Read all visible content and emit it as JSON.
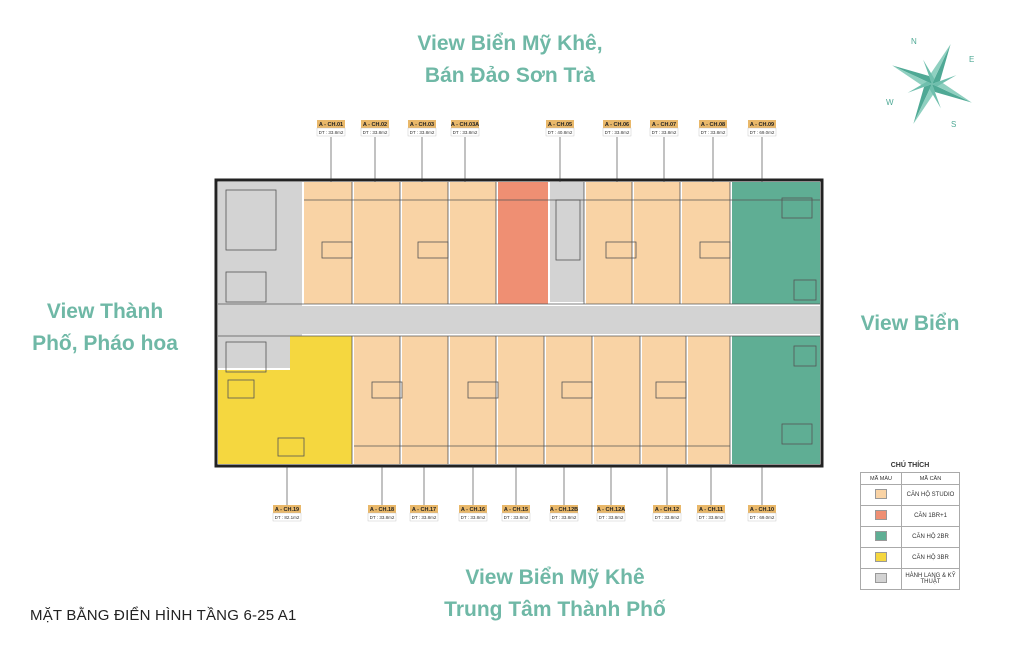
{
  "views": {
    "top_line1": "View Biển Mỹ Khê,",
    "top_line2": "Bán Đảo Sơn Trà",
    "left_line1": "View Thành",
    "left_line2": "Phố, Pháo hoa",
    "right": "View Biển",
    "bottom_line1": "View Biển Mỹ Khê",
    "bottom_line2": "Trung Tâm Thành Phố"
  },
  "plan_title": "MẶT BẰNG ĐIỂN HÌNH TẦNG 6-25 A1",
  "colors": {
    "studio": "#f9d3a5",
    "br1": "#ef8f73",
    "br2": "#5fae94",
    "br3": "#f5d73f",
    "corridor": "#d3d3d3",
    "view_text": "#6fb8a6",
    "tag_bg": "#e9b86a"
  },
  "compass": {
    "n": "N",
    "e": "E",
    "s": "S",
    "w": "W",
    "icon": "compass-rose-icon"
  },
  "top_tags": [
    {
      "code": "A - CH.01",
      "area": "DT : 33.8m2",
      "type": "studio"
    },
    {
      "code": "A - CH.02",
      "area": "DT : 33.8m2",
      "type": "studio"
    },
    {
      "code": "A - CH.03",
      "area": "DT : 33.8m2",
      "type": "studio"
    },
    {
      "code": "A - CH.03A",
      "area": "DT : 33.8m2",
      "type": "studio"
    },
    {
      "code": "A - CH.05",
      "area": "DT : 40.8m2",
      "type": "br1"
    },
    {
      "code": "A - CH.06",
      "area": "DT : 33.8m2",
      "type": "studio"
    },
    {
      "code": "A - CH.07",
      "area": "DT : 33.8m2",
      "type": "studio"
    },
    {
      "code": "A - CH.08",
      "area": "DT : 33.8m2",
      "type": "studio"
    },
    {
      "code": "A - CH.09",
      "area": "DT : 69.0m2",
      "type": "br2"
    }
  ],
  "bottom_tags": [
    {
      "code": "A - CH.19",
      "area": "DT : 82.1m2",
      "type": "br3"
    },
    {
      "code": "A - CH.18",
      "area": "DT : 33.8m2",
      "type": "studio"
    },
    {
      "code": "A - CH.17",
      "area": "DT : 33.8m2",
      "type": "studio"
    },
    {
      "code": "A - CH.16",
      "area": "DT : 33.8m2",
      "type": "studio"
    },
    {
      "code": "A - CH.15",
      "area": "DT : 33.8m2",
      "type": "studio"
    },
    {
      "code": "A - CH.12B",
      "area": "DT : 33.8m2",
      "type": "studio"
    },
    {
      "code": "A - CH.12A",
      "area": "DT : 33.8m2",
      "type": "studio"
    },
    {
      "code": "A - CH.12",
      "area": "DT : 33.8m2",
      "type": "studio"
    },
    {
      "code": "A - CH.11",
      "area": "DT : 33.8m2",
      "type": "studio"
    },
    {
      "code": "A - CH.10",
      "area": "DT : 69.0m2",
      "type": "br2"
    }
  ],
  "legend": {
    "title": "CHÚ THÍCH",
    "col_color": "MÃ MÀU",
    "col_code": "MÃ CĂN",
    "rows": [
      {
        "label": "CĂN HỘ STUDIO",
        "color": "#f9d3a5"
      },
      {
        "label": "CĂN 1BR+1",
        "color": "#ef8f73"
      },
      {
        "label": "CĂN HỘ 2BR",
        "color": "#5fae94"
      },
      {
        "label": "CĂN HỘ 3BR",
        "color": "#f5d73f"
      },
      {
        "label": "HÀNH LANG & KỸ THUẬT",
        "color": "#d3d3d3"
      }
    ]
  }
}
